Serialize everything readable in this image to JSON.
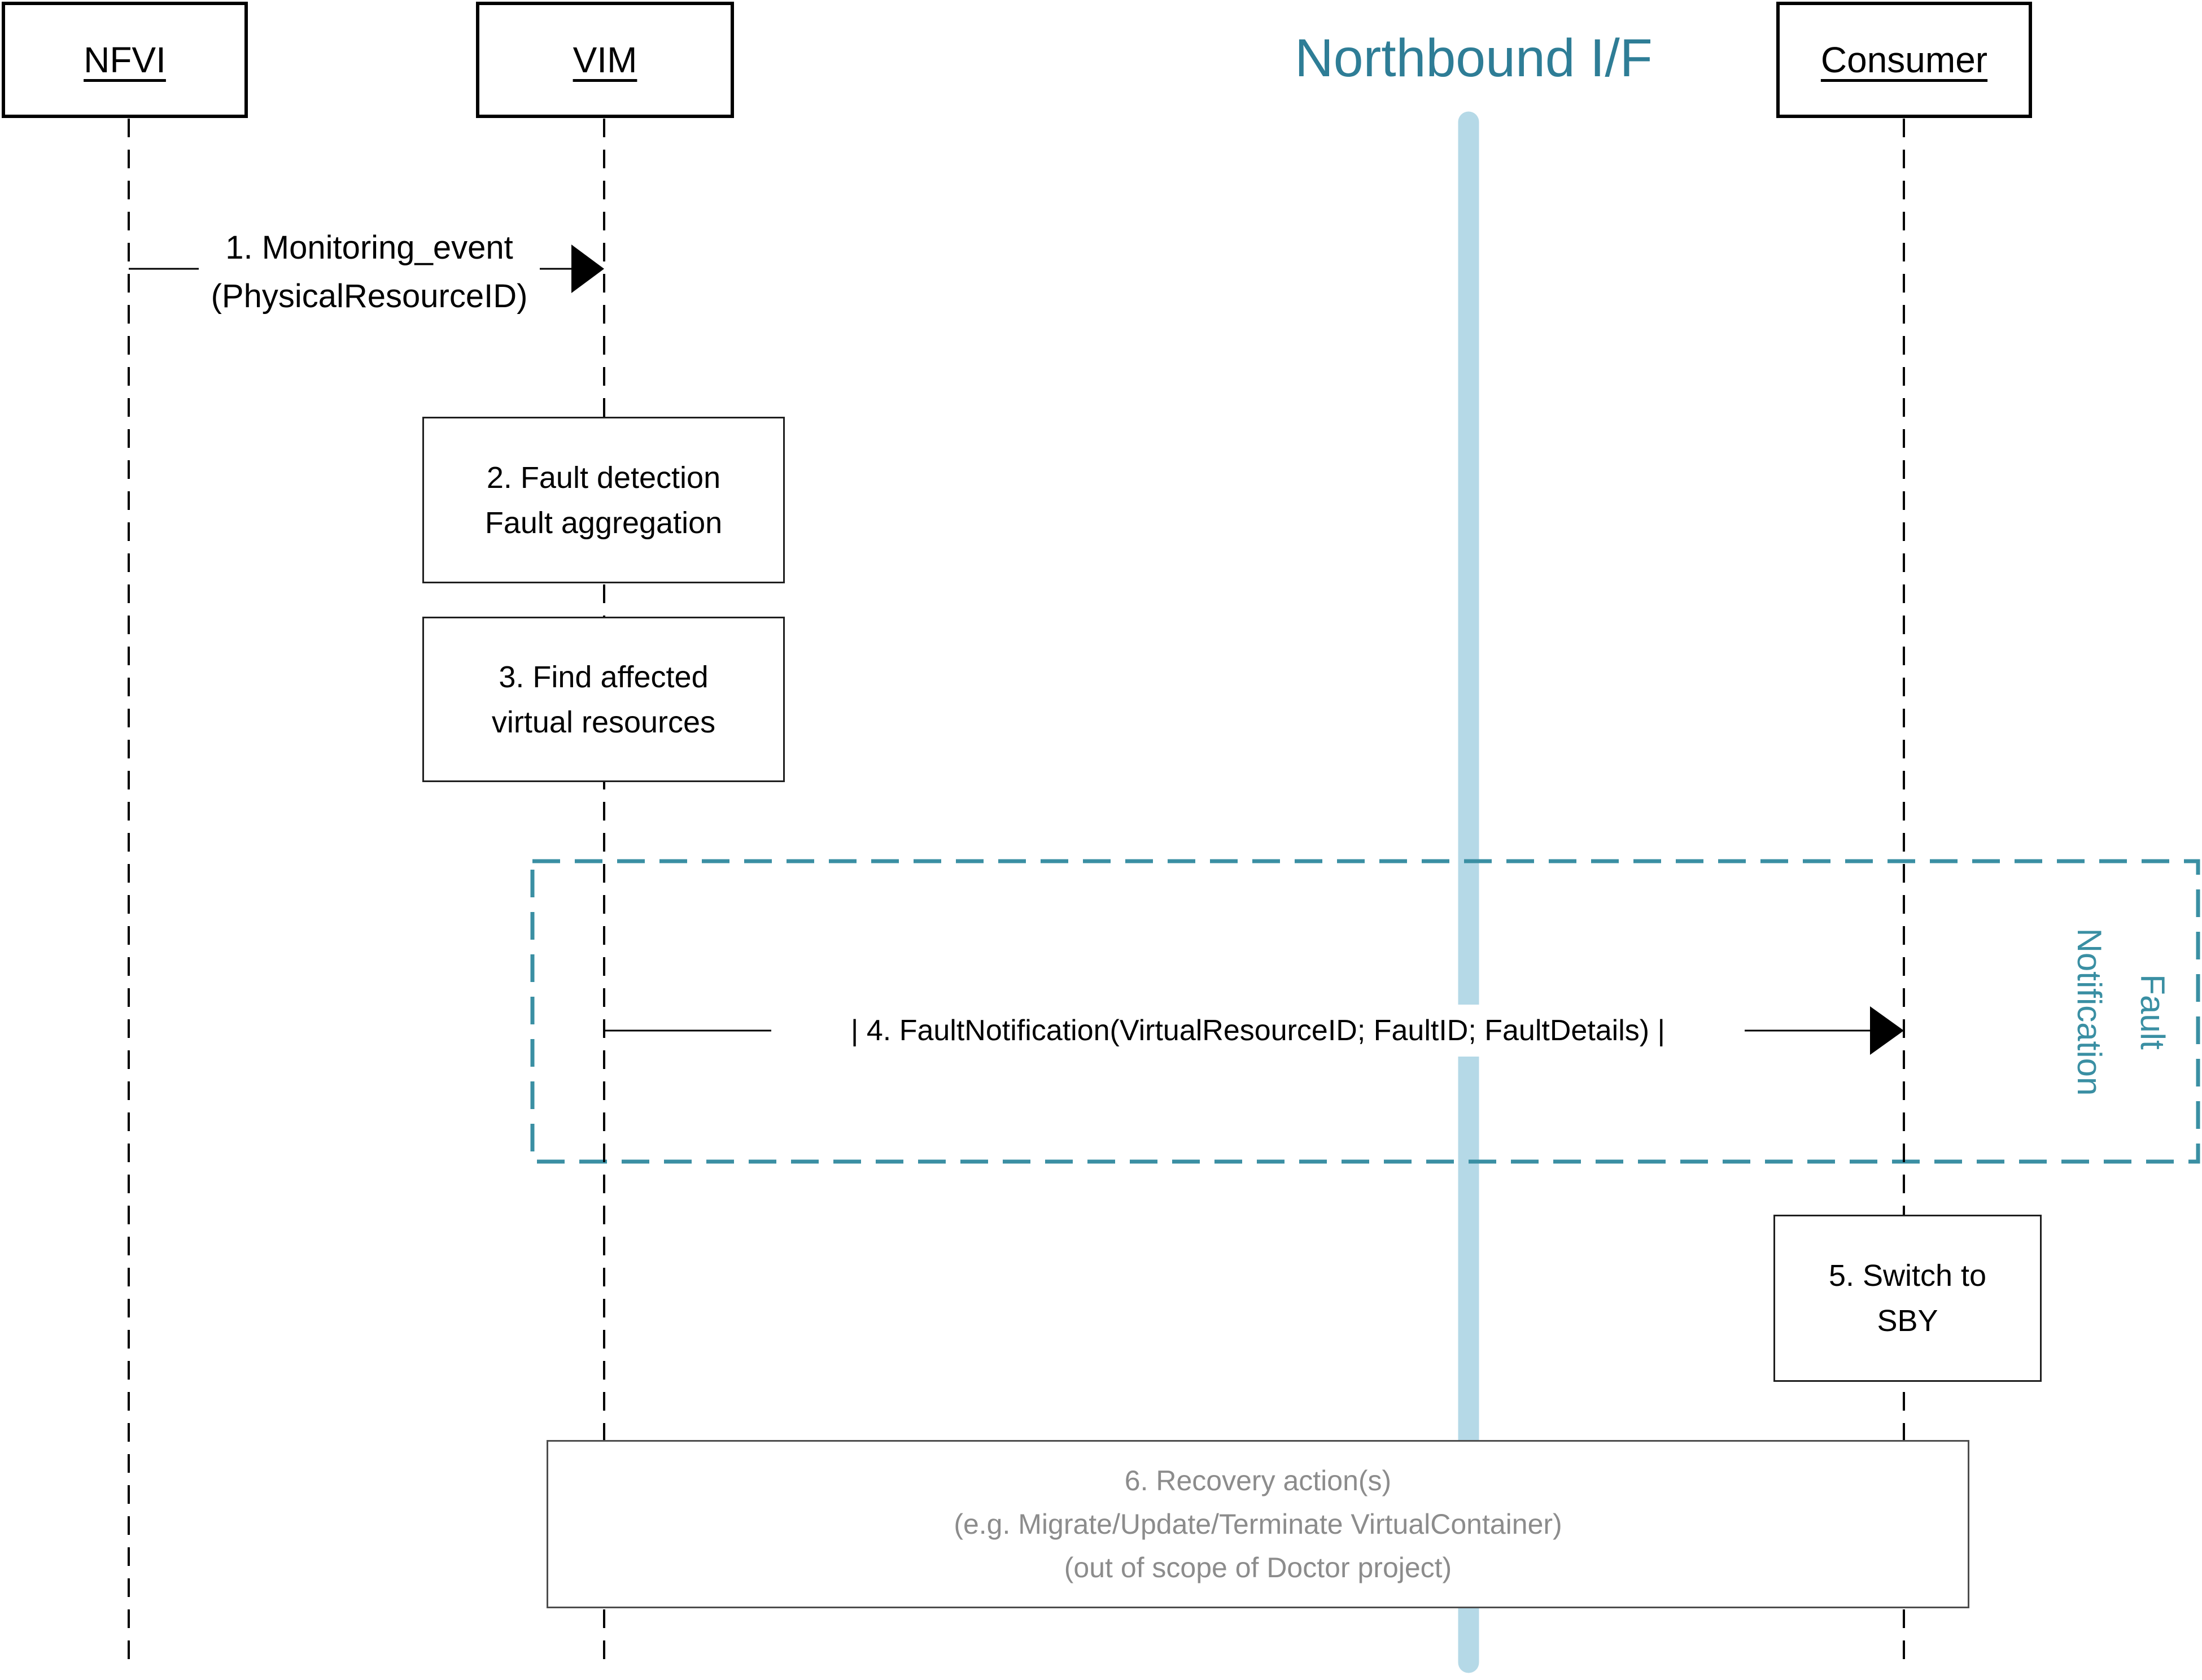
{
  "actors": [
    {
      "label": "NFVI"
    },
    {
      "label": "VIM"
    },
    {
      "label": "Consumer"
    }
  ],
  "northbound_interface": {
    "label": "Northbound I/F"
  },
  "message_1": {
    "line1": "1. Monitoring_event",
    "line2": "(PhysicalResourceID)"
  },
  "step_2": {
    "line1": "2. Fault detection",
    "line2": "Fault aggregation"
  },
  "step_3": {
    "line1": "3. Find affected",
    "line2": "virtual resources"
  },
  "message_4": {
    "label": "| 4. FaultNotification(VirtualResourceID; FaultID; FaultDetails) |"
  },
  "fault_notification_frame": {
    "line1": "Fault",
    "line2": "Notification"
  },
  "step_5": {
    "line1": "5. Switch to",
    "line2": "SBY"
  },
  "step_6": {
    "line1": "6. Recovery action(s)",
    "line2": "(e.g. Migrate/Update/Terminate VirtualContainer)",
    "line3": "(out of scope of Doctor project)"
  },
  "colors": {
    "teal_text": "#2e7d96",
    "teal_dash": "#3a8fa3",
    "light_blue_bar": "#b5d9e7",
    "gray_text": "#8c8c8c",
    "black": "#000000"
  }
}
